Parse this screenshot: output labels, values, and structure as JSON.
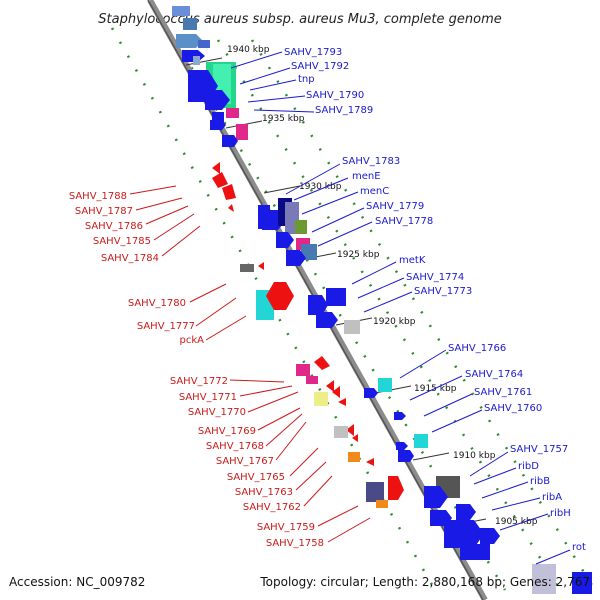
{
  "title": "Staphylococcus aureus subsp. aureus Mu3, complete genome",
  "footer": {
    "accession": "Accession: NC_009782",
    "topology": "Topology: circular; Length: 2,880,168 bp; Genes: 2,767"
  },
  "colors": {
    "forward_label": "#1a1acc",
    "reverse_label": "#cc1a1a",
    "backbone": "#8c8c8c",
    "guide": "#2e8b2e"
  },
  "kbp_ticks": [
    "1940 kbp",
    "1935 kbp",
    "1930 kbp",
    "1925 kbp",
    "1920 kbp",
    "1915 kbp",
    "1910 kbp",
    "1905 kbp"
  ],
  "forward_labels": [
    "SAHV_1793",
    "SAHV_1792",
    "tnp",
    "SAHV_1790",
    "SAHV_1789",
    "SAHV_1783",
    "menE",
    "menC",
    "SAHV_1779",
    "SAHV_1778",
    "metK",
    "SAHV_1774",
    "SAHV_1773",
    "SAHV_1766",
    "SAHV_1764",
    "SAHV_1761",
    "SAHV_1760",
    "SAHV_1757",
    "ribD",
    "ribB",
    "ribA",
    "ribH",
    "rot"
  ],
  "reverse_labels": [
    "SAHV_1788",
    "SAHV_1787",
    "SAHV_1786",
    "SAHV_1785",
    "SAHV_1784",
    "SAHV_1780",
    "SAHV_1777",
    "pckA",
    "SAHV_1772",
    "SAHV_1771",
    "SAHV_1770",
    "SAHV_1769",
    "SAHV_1768",
    "SAHV_1767",
    "SAHV_1765",
    "SAHV_1763",
    "SAHV_1762",
    "SAHV_1759",
    "SAHV_1758"
  ]
}
